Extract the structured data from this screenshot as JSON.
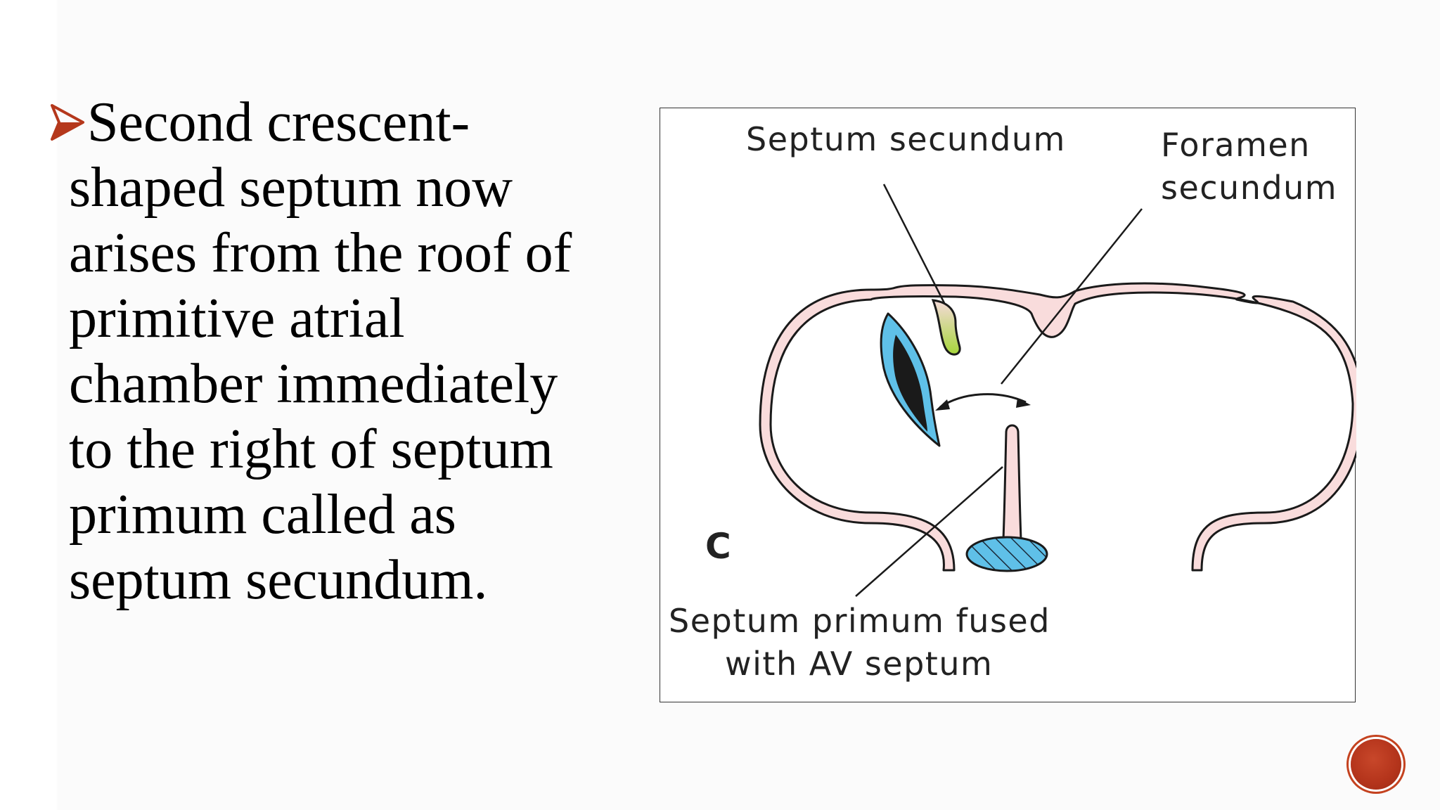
{
  "slide": {
    "bullet": {
      "lines": [
        "Second crescent-",
        "shaped septum now",
        "arises from the roof of",
        "primitive atrial",
        "chamber immediately",
        "to the right of septum",
        "primum called as",
        "septum secundum."
      ]
    },
    "figure": {
      "panel_letter": "C",
      "labels": {
        "septum_secundum": "Septum secundum",
        "foramen_line1": "Foramen",
        "foramen_line2": "secundum",
        "primum_line1": "Septum primum fused",
        "primum_line2": "with AV septum"
      }
    },
    "colors": {
      "accent_arrow": "#b5381c",
      "badge": "#b5351c",
      "wall_fill": "#f9dcdc",
      "cushion_blue": "#5fc0e8",
      "secundum_green": "#a6d63a"
    }
  }
}
